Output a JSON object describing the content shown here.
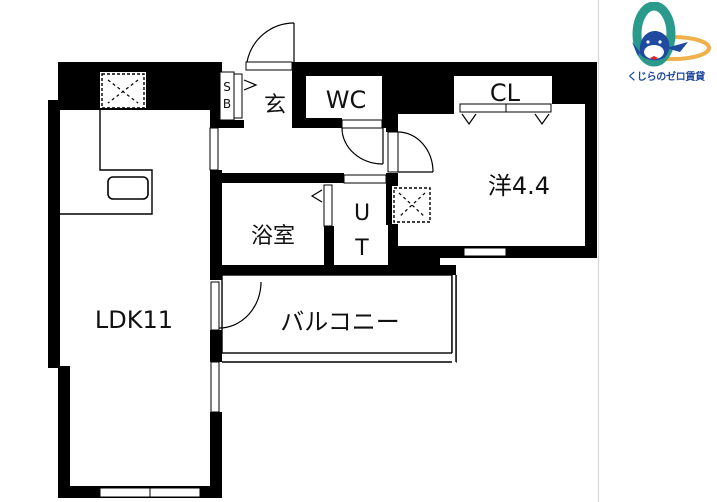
{
  "brand": {
    "name": "くじらのゼロ賃貸",
    "logo_icon": "whale-zero-logo-icon",
    "colors": {
      "teal": "#2a9a8c",
      "navy": "#1f4aa0",
      "orange": "#f0b04a",
      "red": "#d9242a"
    }
  },
  "floor_plan": {
    "rooms": [
      {
        "id": "ldk",
        "label": "LDK11"
      },
      {
        "id": "western",
        "label": "洋4.4"
      },
      {
        "id": "closet",
        "label": "CL"
      },
      {
        "id": "wc",
        "label": "WC"
      },
      {
        "id": "entrance",
        "label": "玄"
      },
      {
        "id": "shoe_box_s",
        "label": "S"
      },
      {
        "id": "shoe_box_b",
        "label": "B"
      },
      {
        "id": "bath",
        "label": "浴室"
      },
      {
        "id": "utility_u",
        "label": "U"
      },
      {
        "id": "utility_t",
        "label": "T"
      },
      {
        "id": "balcony",
        "label": "バルコニー"
      }
    ],
    "colors": {
      "wall": "#000000",
      "floor": "#ffffff",
      "line": "#111111"
    }
  }
}
